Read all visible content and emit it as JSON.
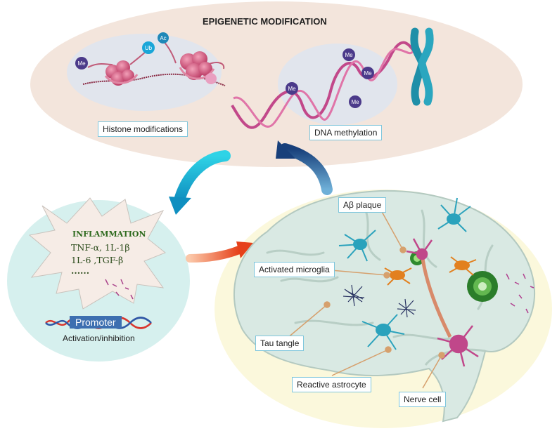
{
  "epigenetic": {
    "title": "EPIGENETIC MODIFICATION",
    "histone_label": "Histone modifications",
    "dna_label": "DNA methylation",
    "marks": {
      "methyl": "Me",
      "ubiquitin": "Ub",
      "acetyl": "Ac"
    }
  },
  "inflammation": {
    "title": "INFLAMMATION",
    "line1": "TNF-α, 1L-1β",
    "line2": "1L-6 ,TGF-β",
    "line3": "......",
    "promoter": "Promoter",
    "activation": "Activation/inhibition"
  },
  "brain": {
    "abeta_plaque": "Aβ plaque",
    "activated_microglia": "Activated microglia",
    "tau_tangle": "Tau tangle",
    "reactive_astrocyte": "Reactive astrocyte",
    "nerve_cell": "Nerve cell"
  },
  "colors": {
    "epi_bg": "#f3e5dc",
    "inflam_bg": "#d6f0ee",
    "brain_bg": "#fbf8dc",
    "brain_fill": "#d9e9e3",
    "arrow_cyan": "#16a6c9",
    "arrow_navy": "#1d4d86",
    "arrow_orange": "#f0541c",
    "label_border": "#7fc6dc"
  },
  "icons": [
    "chromosome-icon",
    "nucleosome-icon",
    "brain-icon",
    "microglia-icon",
    "astrocyte-icon",
    "neuron-icon",
    "plaque-icon",
    "tangle-icon"
  ]
}
